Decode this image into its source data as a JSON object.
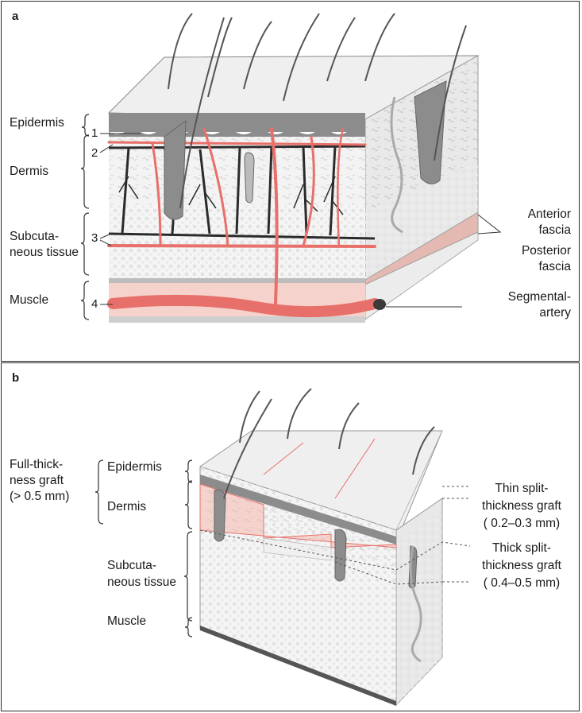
{
  "panel_a": {
    "letter": "a",
    "left_labels": {
      "epidermis": "Epidermis",
      "dermis": "Dermis",
      "subcutaneous_1": "Subcuta-",
      "subcutaneous_2": "neous tissue",
      "muscle": "Muscle"
    },
    "numbers": [
      "1",
      "2",
      "3",
      "4"
    ],
    "right_labels": {
      "anterior_fascia_1": "Anterior",
      "anterior_fascia_2": "fascia",
      "posterior_fascia_1": "Posterior",
      "posterior_fascia_2": "fascia",
      "segmental_artery_1": "Segmental-",
      "segmental_artery_2": "artery"
    }
  },
  "panel_b": {
    "letter": "b",
    "graft_label": {
      "line1": "Full-thick-",
      "line2": "ness graft",
      "line3": "(> 0.5 mm)"
    },
    "layer_labels": {
      "epidermis": "Epidermis",
      "dermis": "Dermis",
      "subcutaneous_1": "Subcuta-",
      "subcutaneous_2": "neous tissue",
      "muscle": "Muscle"
    },
    "right_labels": {
      "thin_1": "Thin split-",
      "thin_2": "thickness graft",
      "thin_3": "( 0.2–0.3 mm)",
      "thick_1": "Thick split-",
      "thick_2": "thickness graft",
      "thick_3": "( 0.4–0.5 mm)"
    }
  },
  "colors": {
    "vessel_red": "#e8706a",
    "nerve_dark": "#2b2b2b",
    "epidermis_gray": "#8c8c8c",
    "graft_pink": "#f6d2cc"
  }
}
